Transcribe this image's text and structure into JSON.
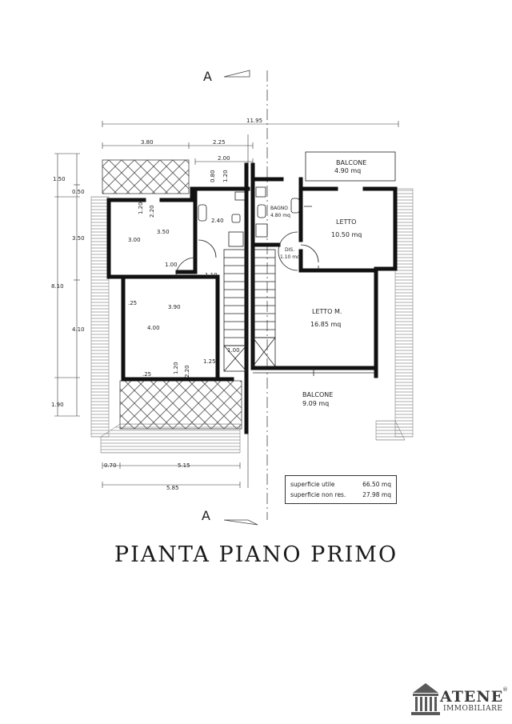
{
  "section_marker": "A",
  "dimensions": {
    "overall_width": "11.95",
    "top_left": "3.80",
    "top_mid": "2.25",
    "stair_width": "2.00",
    "left_total_height": "8.10",
    "left_top": "1.50",
    "left_050": "0.50",
    "left_350": "3.50",
    "left_410": "4.10",
    "left_190": "1.90",
    "bottom_070": "0.70",
    "bottom_515": "5.15",
    "bottom_585": "5.85",
    "bath_080": "0.80",
    "bath_120": "1.20",
    "bath_240": "2.40",
    "room1_120": "1.20",
    "room1_220": "2.20",
    "room1_350": "3.50",
    "room1_300": "3.00",
    "door_100": "1.00",
    "door_110": "1.10",
    "room2_390": "3.90",
    "room2_400": "4.00",
    "room2_025a": ".25",
    "room2_025b": ".25",
    "room2_120": "1.20",
    "room2_220": "2.20",
    "stair_125": "1.25",
    "stair_100": "1.00"
  },
  "rooms": {
    "balcony_top_label": "BALCONE",
    "balcony_top_area": "4.90 mq",
    "bath_label": "BAGNO",
    "bath_area": "4.80 mq",
    "dis_label": "DIS.",
    "dis_area": "1.10 mq",
    "bed1_label": "LETTO",
    "bed1_area": "10.50 mq",
    "master_label": "LETTO M.",
    "master_area": "16.85 mq",
    "balcony_bottom_label": "BALCONE",
    "balcony_bottom_area": "9.09 mq"
  },
  "areas_table": {
    "useful_label": "superficie utile",
    "useful_value": "66.50 mq",
    "nonres_label": "superficie non res.",
    "nonres_value": "27.98 mq"
  },
  "title": "PIANTA PIANO PRIMO",
  "logo": {
    "name": "ATENE",
    "mark": "®",
    "subtitle": "IMMOBILIARE"
  }
}
